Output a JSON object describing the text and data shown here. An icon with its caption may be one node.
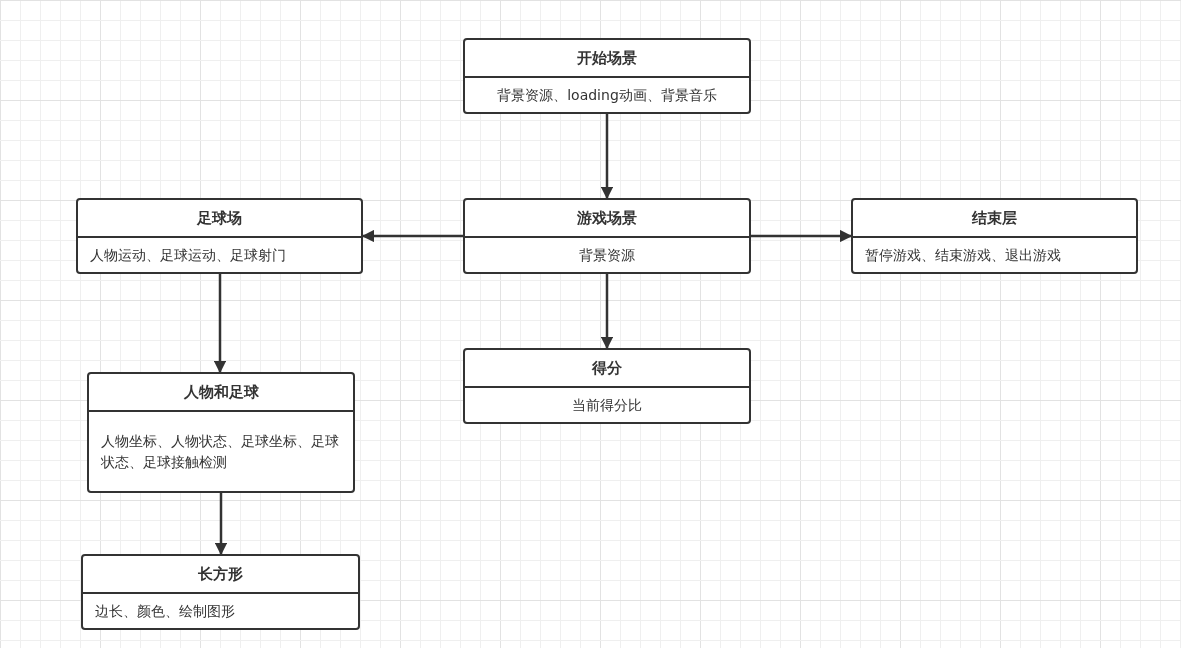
{
  "diagram": {
    "nodes": [
      {
        "text": [
          "开始场景",
          "背景资源、loading动画、背景音乐"
        ]
      },
      {
        "text": [
          "足球场",
          "人物运动、足球运动、足球射门"
        ]
      },
      {
        "text": [
          "游戏场景",
          "背景资源"
        ]
      },
      {
        "text": [
          "结束层",
          "暂停游戏、结束游戏、退出游戏"
        ]
      },
      {
        "text": [
          "得分",
          "当前得分比"
        ]
      },
      {
        "text": [
          "人物和足球",
          "人物坐标、人物状态、足球坐标、足球状态、足球接触检测"
        ]
      },
      {
        "text": [
          "长方形",
          "边长、颜色、绘制图形"
        ]
      }
    ],
    "edges": [
      {
        "from": 0,
        "to": 2,
        "arrow": "to"
      },
      {
        "from": 2,
        "to": 1,
        "arrow": "to"
      },
      {
        "from": 2,
        "to": 3,
        "arrow": "to"
      },
      {
        "from": 2,
        "to": 4,
        "arrow": "to"
      },
      {
        "from": 1,
        "to": 5,
        "arrow": "to"
      },
      {
        "from": 5,
        "to": 6,
        "arrow": "to"
      }
    ]
  }
}
